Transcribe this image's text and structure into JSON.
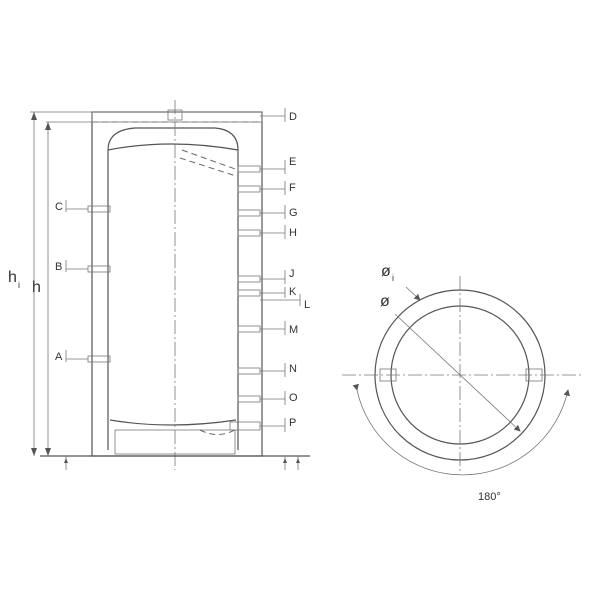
{
  "diagram": {
    "side_labels": [
      "A",
      "B",
      "C"
    ],
    "right_labels": [
      "D",
      "E",
      "F",
      "G",
      "H",
      "J",
      "K",
      "L",
      "M",
      "N",
      "O",
      "P"
    ],
    "height_inner": "h",
    "height_inner_sub": "i",
    "height_outer": "h",
    "dia_inner": "ø",
    "dia_inner_sub": "i",
    "dia_outer": "ø",
    "angle": "180°"
  }
}
